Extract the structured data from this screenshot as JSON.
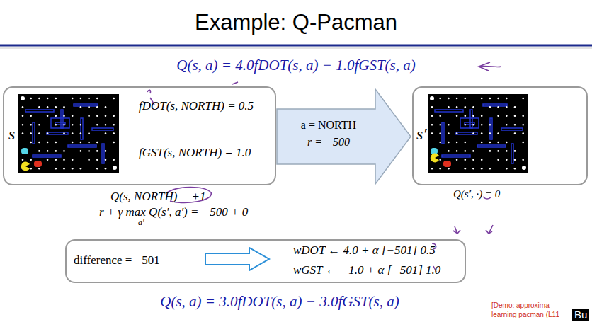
{
  "diagram": {
    "title": "Example: Q-Pacman",
    "nodes": [
      {
        "text": [
          "s",
          "fDOT(s, NORTH) = 0.5",
          "fGST(s, NORTH) = 1.0"
        ]
      },
      {
        "text": [
          "a = NORTH",
          "r = −500"
        ]
      },
      {
        "text": [
          "s′"
        ]
      },
      {
        "text": [
          "difference = −501",
          "wDOT ← 4.0 + α [−501] 0.5",
          "wGST ← −1.0 + α [−501] 1.0"
        ]
      }
    ],
    "labels": [
      "Q(s, a) = 4.0fDOT(s, a) − 1.0fGST(s, a)",
      "Q(s, NORTH) = +1",
      "r + γ max Q(s′, a′) = −500 + 0",
      "a′",
      "Q(s′, ·) = 0",
      "Q(s, a) = 3.0fDOT(s, a) − 3.0fGST(s, a)",
      "[Demo: approxima",
      "learning pacman (L11",
      "Bu"
    ]
  }
}
